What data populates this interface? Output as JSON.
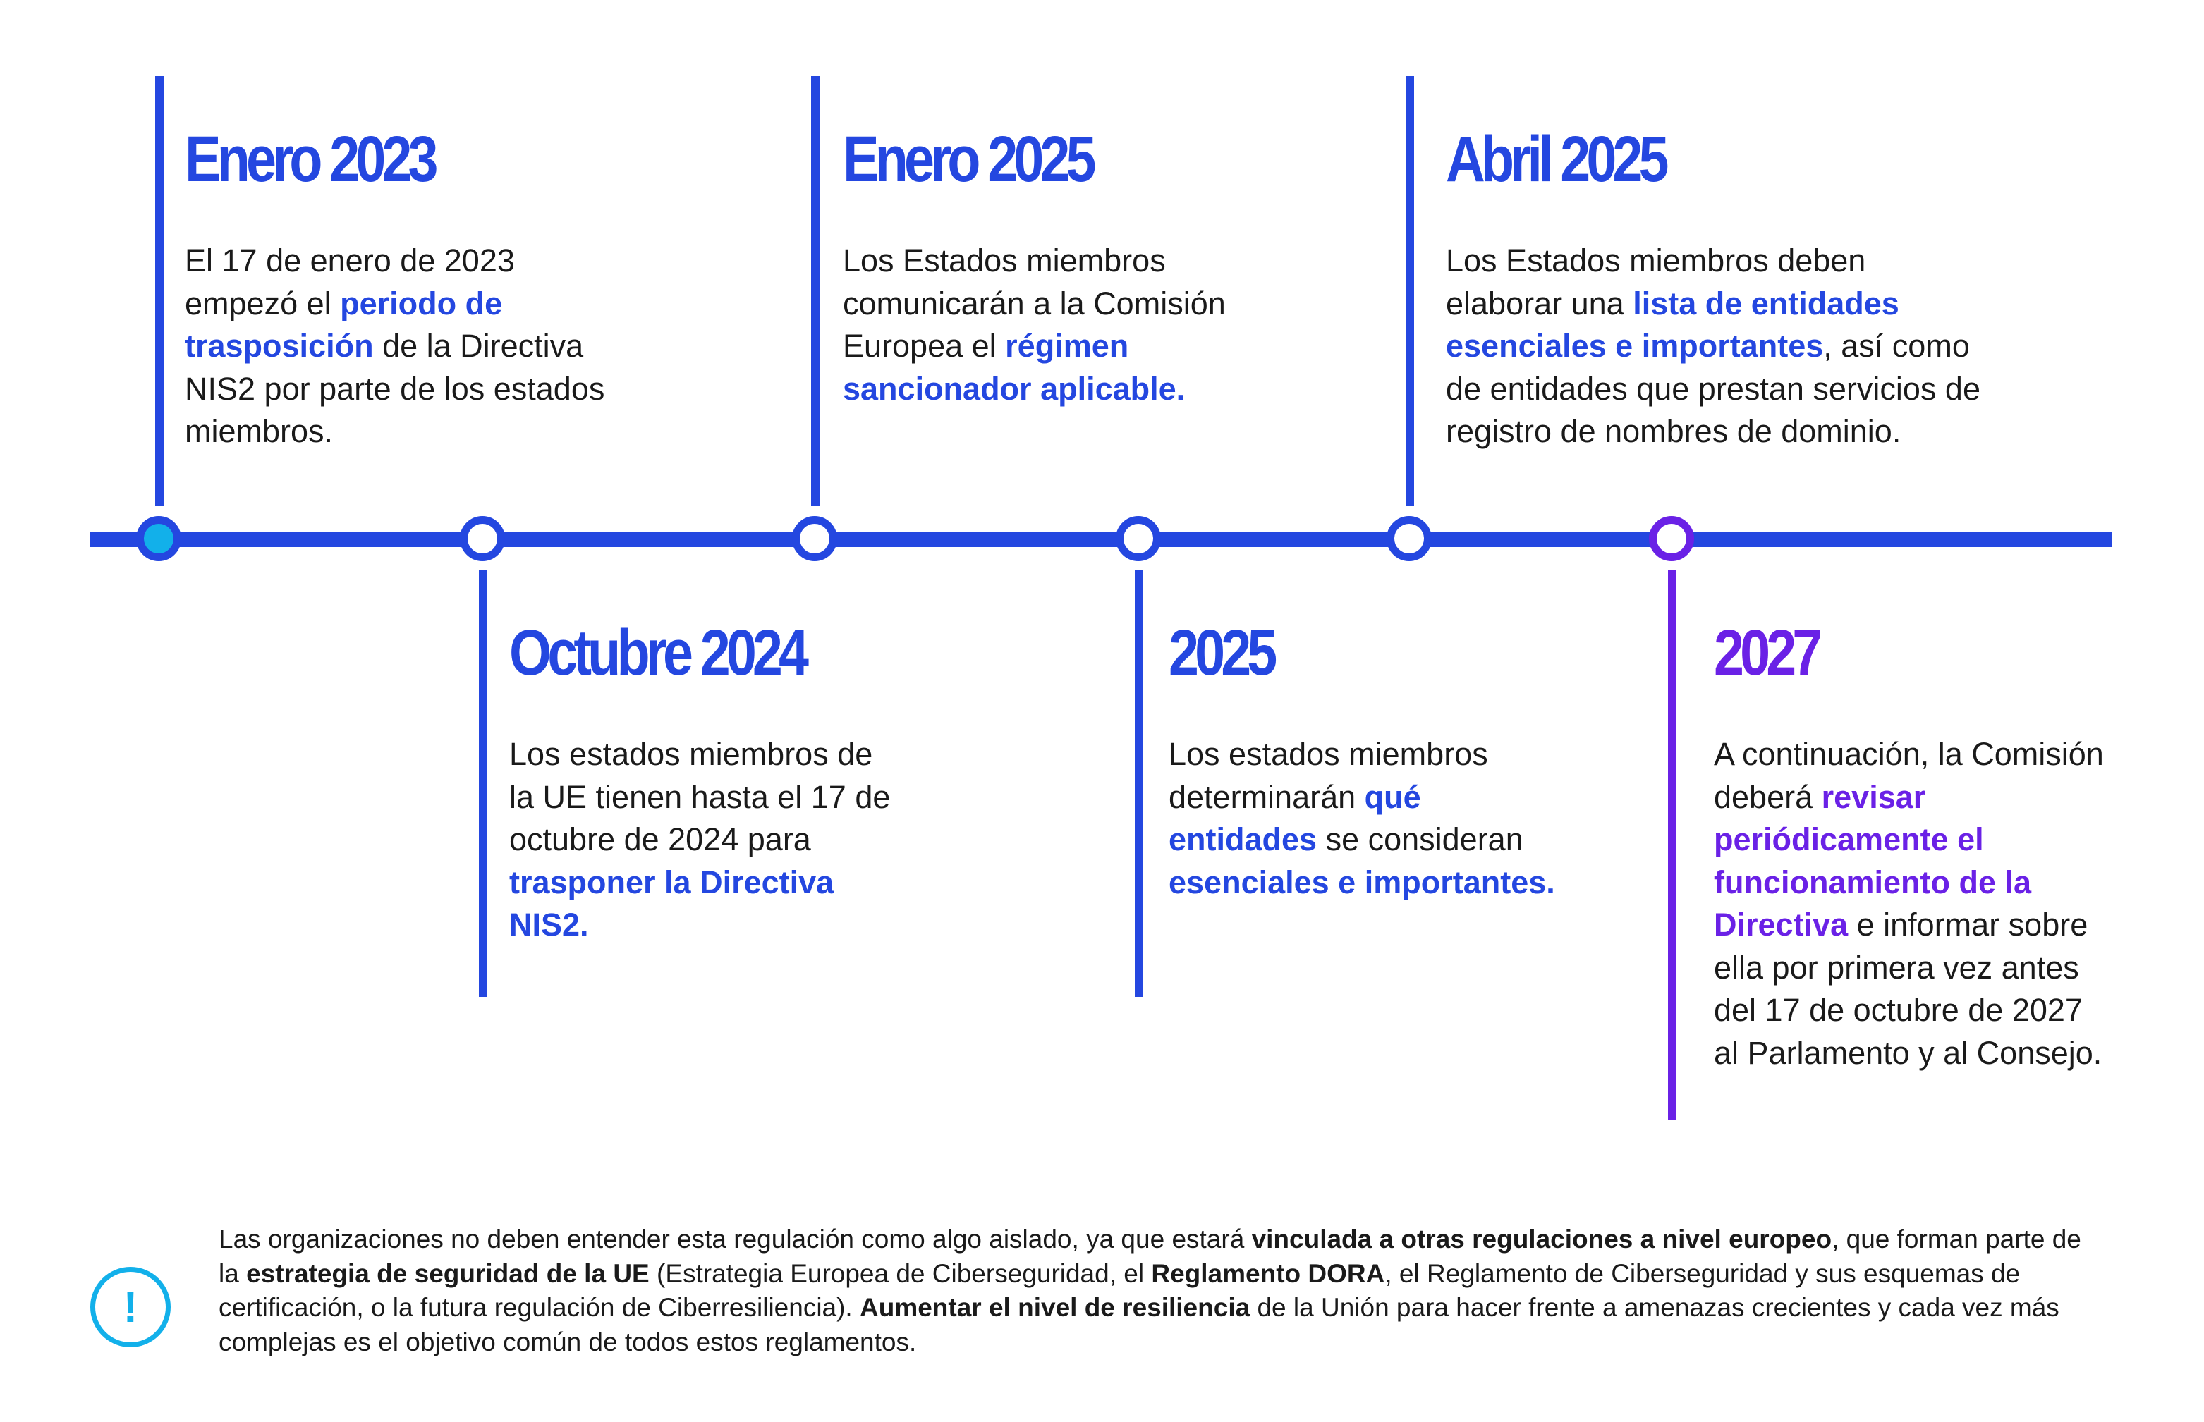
{
  "colors": {
    "primary_blue": "#2447e0",
    "final_purple": "#6a21e6",
    "start_cyan": "#12b0ea",
    "text": "#1a1a1a"
  },
  "events": [
    {
      "title": "Enero 2023",
      "segments": [
        {
          "text": "El 17 de enero de 2023 empezó el ",
          "highlight": false
        },
        {
          "text": "periodo de trasposición",
          "highlight": true
        },
        {
          "text": " de la Directiva NIS2 por parte de los estados miembros.",
          "highlight": false
        }
      ]
    },
    {
      "title": "Octubre 2024",
      "segments": [
        {
          "text": "Los estados miembros de la UE tienen hasta el 17 de octubre de 2024 para ",
          "highlight": false
        },
        {
          "text": "trasponer la Directiva NIS2.",
          "highlight": true
        }
      ]
    },
    {
      "title": "Enero 2025",
      "segments": [
        {
          "text": "Los Estados miembros comunicarán a la Comisión Europea el ",
          "highlight": false
        },
        {
          "text": "régimen sancionador aplicable.",
          "highlight": true
        }
      ]
    },
    {
      "title": "2025",
      "segments": [
        {
          "text": "Los estados miembros determinarán ",
          "highlight": false
        },
        {
          "text": "qué entidades",
          "highlight": true
        },
        {
          "text": " se consideran ",
          "highlight": false
        },
        {
          "text": "esenciales e importantes.",
          "highlight": true
        }
      ]
    },
    {
      "title": "Abril 2025",
      "segments": [
        {
          "text": "Los Estados miembros deben elaborar una ",
          "highlight": false
        },
        {
          "text": "lista de entidades esenciales e importantes",
          "highlight": true
        },
        {
          "text": ", así como de entidades que prestan servicios de registro de nombres de dominio.",
          "highlight": false
        }
      ]
    },
    {
      "title": "2027",
      "segments": [
        {
          "text": "A continuación, la Comisión deberá ",
          "highlight": false
        },
        {
          "text": "revisar periódicamente el funcionamiento de la Directiva",
          "highlight": true
        },
        {
          "text": " e informar sobre ella por primera vez antes del 17 de octubre de 2027 al Parlamento y al Consejo.",
          "highlight": false
        }
      ]
    }
  ],
  "note": {
    "icon": "!",
    "segments": [
      {
        "text": "Las organizaciones no deben entender esta regulación como algo aislado, ya que estará ",
        "bold": false
      },
      {
        "text": "vinculada a otras regulaciones a nivel europeo",
        "bold": true
      },
      {
        "text": ", que forman parte de la ",
        "bold": false
      },
      {
        "text": "estrategia de seguridad de la UE",
        "bold": true
      },
      {
        "text": " (Estrategia Europea de Ciberseguridad, el ",
        "bold": false
      },
      {
        "text": "Reglamento DORA",
        "bold": true
      },
      {
        "text": ", el Reglamento de Ciberseguridad y sus esquemas de certificación, o la futura regulación de Ciberresiliencia). ",
        "bold": false
      },
      {
        "text": "Aumentar el nivel de resiliencia",
        "bold": true
      },
      {
        "text": " de la Unión para hacer frente a amenazas crecientes y cada vez más complejas es el objetivo común de todos estos reglamentos.",
        "bold": false
      }
    ]
  }
}
